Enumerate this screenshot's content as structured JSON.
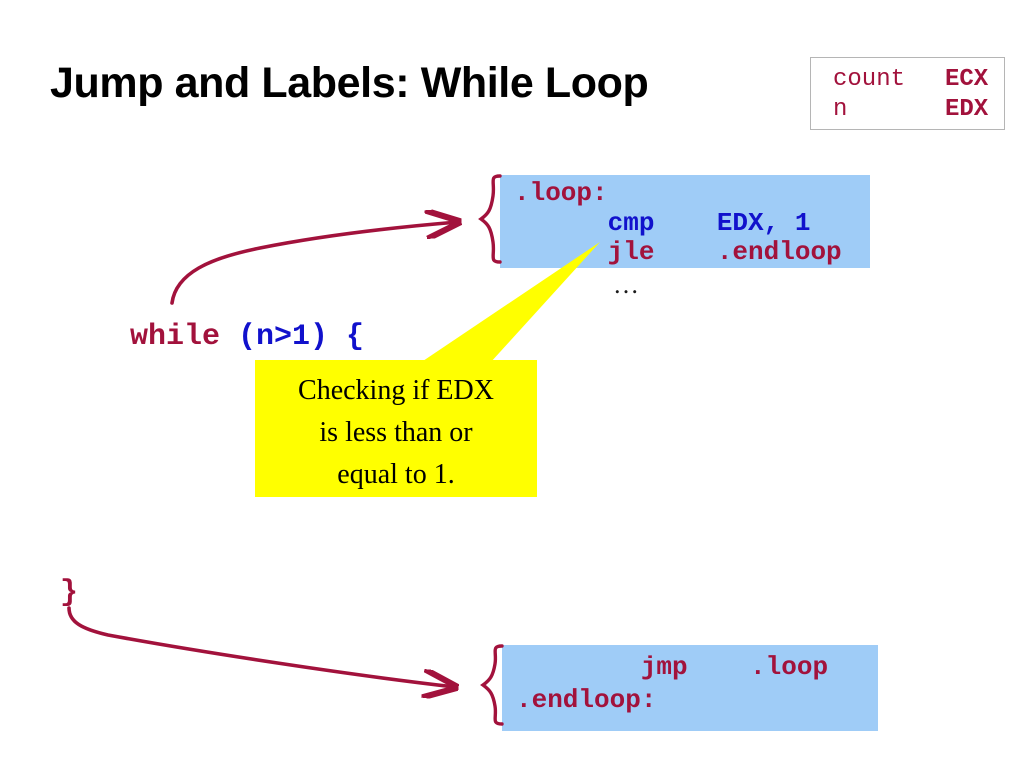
{
  "slide": {
    "title": "Jump and Labels: While Loop"
  },
  "legend": {
    "rows": [
      {
        "variable": "count",
        "register": "ECX"
      },
      {
        "variable": "n",
        "register": "EDX"
      }
    ]
  },
  "source_code": {
    "while_keyword": "while",
    "while_condition": " (n>1) {",
    "close_brace": "}"
  },
  "asm_top": {
    "line1": ".loop:",
    "line2": "      cmp    EDX, 1",
    "line3": "      jle    .endloop",
    "ellipsis": "…"
  },
  "asm_bottom": {
    "line1": "        jmp    .loop",
    "line2": ".endloop:"
  },
  "callout": {
    "line1": "Checking if EDX",
    "line2": "is less than or",
    "line3": "equal to 1."
  },
  "colors": {
    "code_red": "#a2123c",
    "code_blue": "#1111cc",
    "code_block_bg": "#9fccf7",
    "callout_bg": "#ffff00",
    "legend_border": "#b5b5b5",
    "title": "#000000"
  }
}
